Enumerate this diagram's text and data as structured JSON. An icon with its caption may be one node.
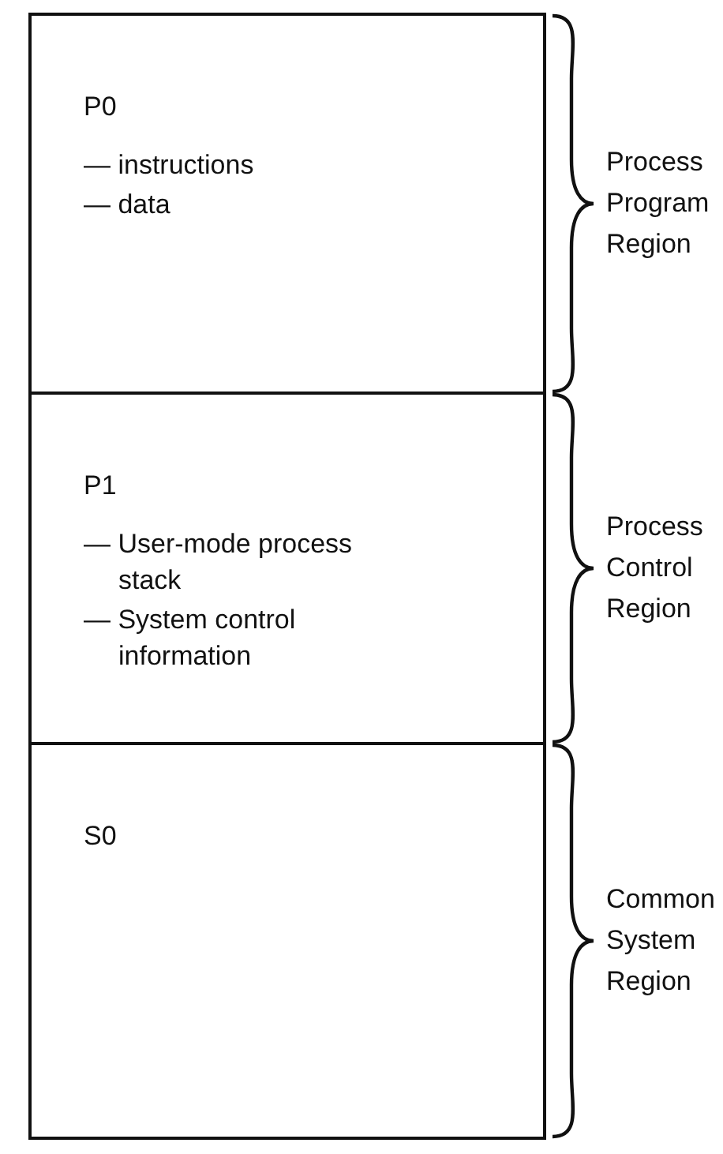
{
  "diagram": {
    "nodes": [
      {
        "text": [
          "P0",
          "— instructions",
          "— data"
        ],
        "beside": [
          "Process Program Region"
        ]
      },
      {
        "text": [
          "P1",
          "— User-mode process stack",
          "— System control information"
        ],
        "beside": [
          "Process Control Region"
        ]
      },
      {
        "text": [
          "S0"
        ],
        "beside": [
          "Common System Region"
        ]
      }
    ]
  }
}
